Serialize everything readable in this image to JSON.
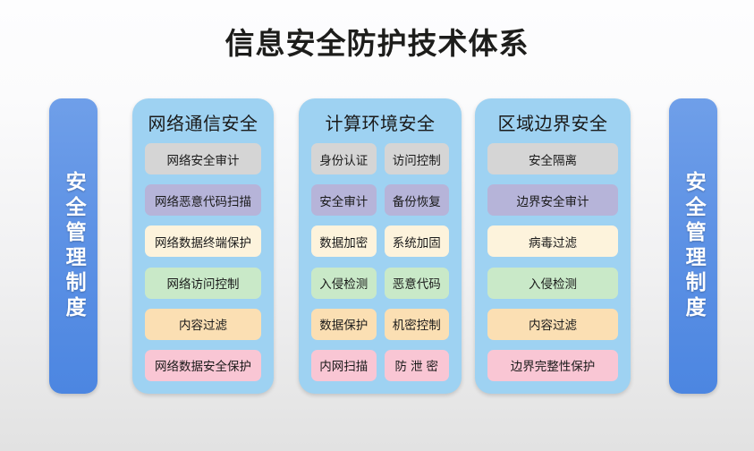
{
  "title": "信息安全防护技术体系",
  "colors": {
    "background_top": "#fdfdfe",
    "background_bottom": "#e2e2e2",
    "side_bar_blue_top": "#6f9fe9",
    "side_bar_blue_bottom": "#4c86e1",
    "panel_blue": "#9ed2f2",
    "chip_gray": "#d5d5d5",
    "chip_purple": "#b6b4d9",
    "chip_cream": "#fdf3dc",
    "chip_green": "#c9e9c8",
    "chip_orange": "#fbdfb3",
    "chip_pink": "#f9c6d4",
    "title_text": "#1d1d1b",
    "side_bar_text": "#ffffff"
  },
  "side_bars": {
    "left": {
      "label": "安全管理制度"
    },
    "right": {
      "label": "安全管理制度"
    }
  },
  "panels": [
    {
      "header": "网络通信安全",
      "rows": [
        {
          "chips": [
            {
              "label": "网络安全审计",
              "swatch": "gray"
            }
          ]
        },
        {
          "chips": [
            {
              "label": "网络恶意代码扫描",
              "swatch": "purple"
            }
          ]
        },
        {
          "chips": [
            {
              "label": "网络数据终端保护",
              "swatch": "cream"
            }
          ]
        },
        {
          "chips": [
            {
              "label": "网络访问控制",
              "swatch": "green"
            }
          ]
        },
        {
          "chips": [
            {
              "label": "内容过滤",
              "swatch": "orange"
            }
          ]
        },
        {
          "chips": [
            {
              "label": "网络数据安全保护",
              "swatch": "pink"
            }
          ]
        }
      ]
    },
    {
      "header": "计算环境安全",
      "rows": [
        {
          "chips": [
            {
              "label": "身份认证",
              "swatch": "gray"
            },
            {
              "label": "访问控制",
              "swatch": "gray"
            }
          ]
        },
        {
          "chips": [
            {
              "label": "安全审计",
              "swatch": "purple"
            },
            {
              "label": "备份恢复",
              "swatch": "purple"
            }
          ]
        },
        {
          "chips": [
            {
              "label": "数据加密",
              "swatch": "cream"
            },
            {
              "label": "系统加固",
              "swatch": "cream"
            }
          ]
        },
        {
          "chips": [
            {
              "label": "入侵检测",
              "swatch": "green"
            },
            {
              "label": "恶意代码",
              "swatch": "green"
            }
          ]
        },
        {
          "chips": [
            {
              "label": "数据保护",
              "swatch": "orange"
            },
            {
              "label": "机密控制",
              "swatch": "orange"
            }
          ]
        },
        {
          "chips": [
            {
              "label": "内网扫描",
              "swatch": "pink"
            },
            {
              "label": "防泄密",
              "swatch": "pink",
              "spaced": true
            }
          ]
        }
      ]
    },
    {
      "header": "区域边界安全",
      "rows": [
        {
          "chips": [
            {
              "label": "安全隔离",
              "swatch": "gray"
            }
          ]
        },
        {
          "chips": [
            {
              "label": "边界安全审计",
              "swatch": "purple"
            }
          ]
        },
        {
          "chips": [
            {
              "label": "病毒过滤",
              "swatch": "cream"
            }
          ]
        },
        {
          "chips": [
            {
              "label": "入侵检测",
              "swatch": "green"
            }
          ]
        },
        {
          "chips": [
            {
              "label": "内容过滤",
              "swatch": "orange"
            }
          ]
        },
        {
          "chips": [
            {
              "label": "边界完整性保护",
              "swatch": "pink"
            }
          ]
        }
      ]
    }
  ]
}
